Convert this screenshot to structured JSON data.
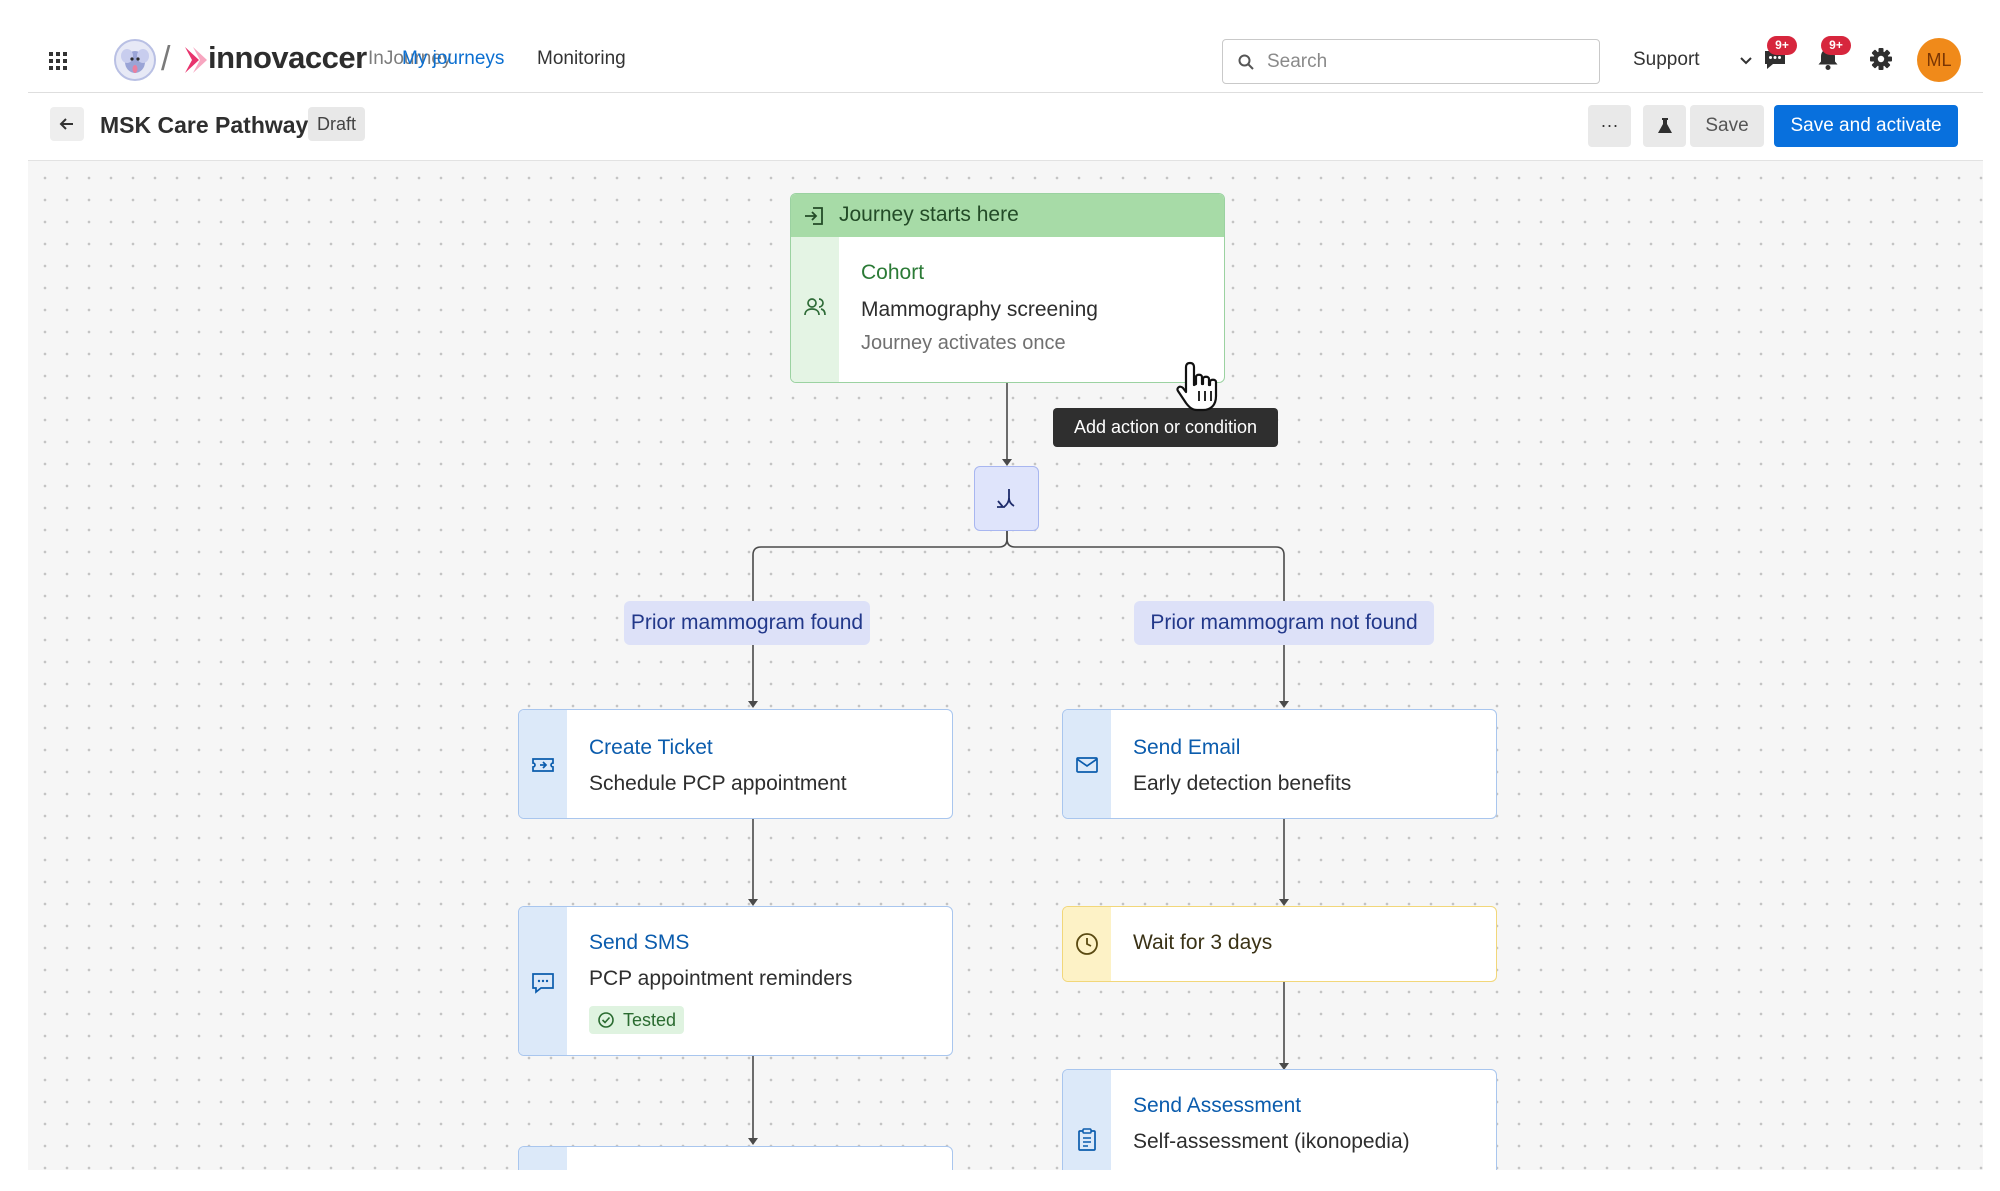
{
  "header": {
    "brand": "innovaccer",
    "product": "InJourney",
    "nav": [
      "My journeys",
      "Monitoring"
    ],
    "active_nav": "My journeys",
    "search_placeholder": "Search",
    "support_label": "Support",
    "messages_badge": "9+",
    "notifications_badge": "9+",
    "avatar_initials": "ML",
    "icons": [
      "apps-grid-icon",
      "search-icon",
      "chevron-down-icon",
      "chat-icon",
      "bell-icon",
      "gear-icon"
    ]
  },
  "toolbar": {
    "title": "MSK Care Pathway",
    "status": "Draft",
    "more_label": "···",
    "save_label": "Save",
    "activate_label": "Save and activate",
    "icons": [
      "back-arrow-icon",
      "test-flask-icon"
    ]
  },
  "canvas": {
    "start": {
      "header": "Journey starts here",
      "title": "Cohort",
      "subtitle": "Mammography screening",
      "detail": "Journey activates once"
    },
    "tooltip": "Add action or condition",
    "branches": [
      "Prior mammogram found",
      "Prior mammogram not found"
    ],
    "left_nodes": [
      {
        "title": "Create Ticket",
        "subtitle": "Schedule PCP appointment",
        "icon": "ticket-icon"
      },
      {
        "title": "Send SMS",
        "subtitle": "PCP appointment reminders",
        "icon": "sms-icon",
        "badge": "Tested"
      }
    ],
    "right_nodes": [
      {
        "title": "Send Email",
        "subtitle": "Early detection benefits",
        "icon": "mail-icon"
      },
      {
        "title": "Wait for 3 days",
        "icon": "clock-icon"
      },
      {
        "title": "Send Assessment",
        "subtitle": "Self-assessment (ikonopedia)",
        "icon": "assessment-icon"
      }
    ]
  },
  "colors": {
    "primary": "#0870dd",
    "action_title": "#0b5cad",
    "start_header": "#a7dba7",
    "branch_bg": "#dde1f8",
    "wait_border": "#f2d77a",
    "badge_red": "#d7263d",
    "avatar": "#f08a1a"
  }
}
